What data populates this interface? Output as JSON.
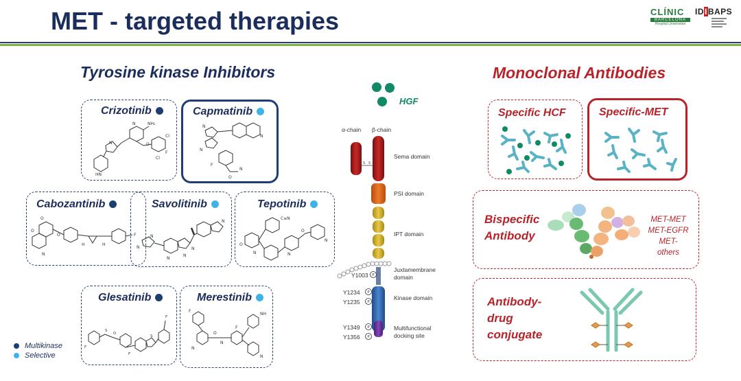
{
  "slide": {
    "title": "MET - targeted therapies"
  },
  "logos": {
    "clinic_name": "CLÍNIC",
    "clinic_sub1": "BARCELONA",
    "clinic_sub2": "Hospital Universitari",
    "idibaps_name": "IDIBAPS",
    "idibaps_left": "ID",
    "idibaps_i": "I",
    "idibaps_right": "BAPS"
  },
  "tki": {
    "heading": "Tyrosine kinase Inhibitors",
    "drugs": [
      {
        "name": "Crizotinib",
        "class": "multikinase"
      },
      {
        "name": "Capmatinib",
        "class": "selective"
      },
      {
        "name": "Cabozantinib",
        "class": "multikinase"
      },
      {
        "name": "Savolitinib",
        "class": "selective"
      },
      {
        "name": "Tepotinib",
        "class": "selective"
      },
      {
        "name": "Glesatinib",
        "class": "multikinase"
      },
      {
        "name": "Merestinib",
        "class": "selective"
      }
    ],
    "legend": {
      "multikinase": "Multikinase",
      "selective": "Selective"
    },
    "colors": {
      "multikinase": "#1b3f6e",
      "selective": "#3fb3e6"
    }
  },
  "receptor": {
    "ligand": "HGF",
    "alpha_chain": "α-chain",
    "beta_chain": "β-chain",
    "domains": {
      "sema": "Sema domain",
      "psi": "PSI domain",
      "ipt": "IPT domain",
      "juxta1": "Juxtamembrane",
      "juxta2": "domain",
      "kinase": "Kinase domain",
      "docking1": "Multifunctional",
      "docking2": "docking site"
    },
    "residues": [
      "Y1003",
      "Y1234",
      "Y1235",
      "Y1349",
      "Y1356"
    ],
    "phospho": "P",
    "ss_left": "S",
    "ss_right": "S"
  },
  "mab": {
    "heading": "Monoclonal Antibodies",
    "specific_hcf": "Specific HCF",
    "specific_met": "Specific-MET",
    "bispecific_1": "Bispecific",
    "bispecific_2": "Antibody",
    "bispecific_targets": [
      "MET-MET",
      "MET-EGFR",
      "MET-",
      "others"
    ],
    "adc_1": "Antibody-",
    "adc_2": "drug",
    "adc_3": "conjugate"
  }
}
